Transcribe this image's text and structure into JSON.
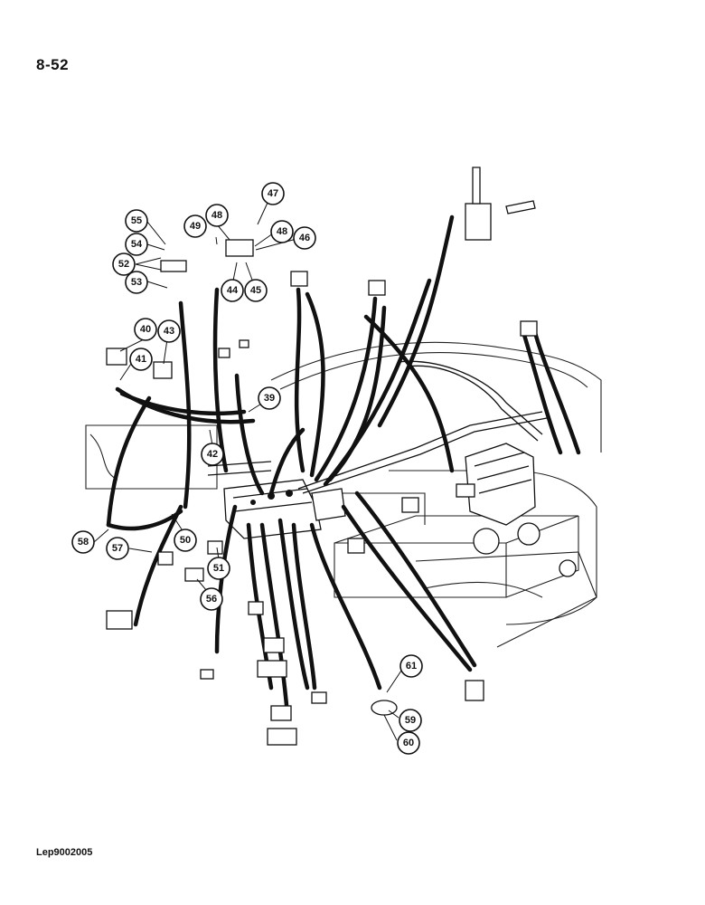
{
  "page": {
    "page_number": "8-52",
    "reference_code": "Lep9002005"
  },
  "callouts": [
    "39",
    "40",
    "41",
    "42",
    "43",
    "44",
    "45",
    "46",
    "47",
    "48",
    "48",
    "49",
    "50",
    "51",
    "52",
    "53",
    "54",
    "55",
    "56",
    "57",
    "58",
    "59",
    "60",
    "61"
  ]
}
